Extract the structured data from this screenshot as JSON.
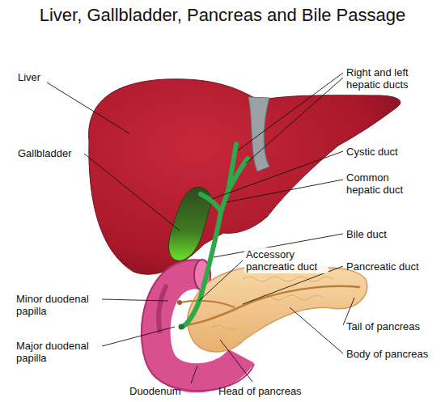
{
  "diagram": {
    "title": "Liver, Gallbladder, Pancreas and Bile Passage",
    "labels": [
      "Liver",
      "Gallbladder",
      "Minor duodenal papilla",
      "Major duodenal papilla",
      "Duodenum",
      "Head of pancreas",
      "Right and left hepatic ducts",
      "Cystic duct",
      "Common hepatic duct",
      "Bile duct",
      "Accessory pancreatic duct",
      "Pancreatic duct",
      "Tail of pancreas",
      "Body of pancreas"
    ]
  }
}
